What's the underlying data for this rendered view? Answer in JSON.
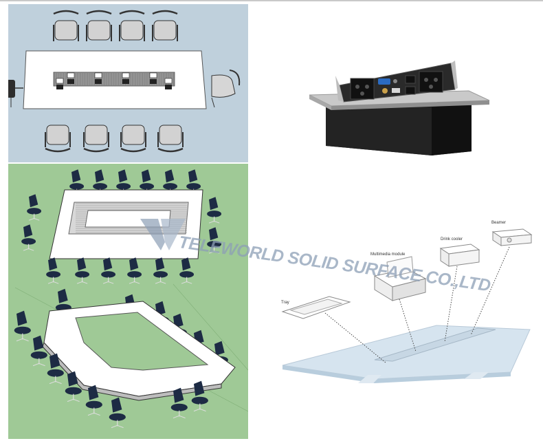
{
  "watermark": {
    "text": "TELEWORLD SOLID SURFACE CO.,LTD"
  },
  "exploded_view": {
    "labels": {
      "beamer": "Beamer",
      "drink_cooler": "Drink cooler",
      "multimedia_module": "Multimedia module",
      "tray": "Tray"
    }
  },
  "colors": {
    "plan_background": "#bfd0dc",
    "iso_background": "#9fc996",
    "chair_navy": "#1d2b44",
    "watermark": "#8d9fb6"
  }
}
